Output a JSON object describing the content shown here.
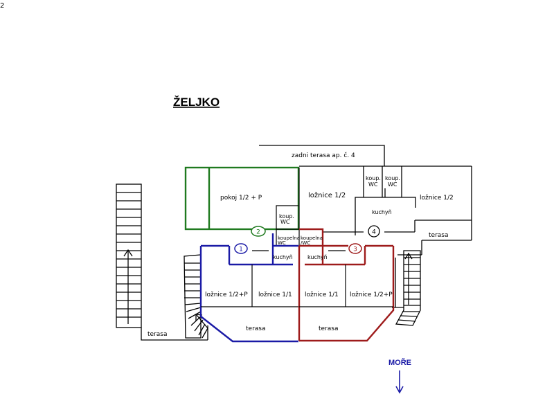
{
  "title": "ŽELJKO",
  "corner_mark": "2",
  "colors": {
    "ap1": "#1a1aa6",
    "ap2": "#1f7a1f",
    "ap3": "#9e1b1b",
    "ap4": "#000000",
    "sea_label": "#1a1aa6"
  },
  "labels": {
    "zadni_terasa": "zadni terasa ap. č. 4",
    "pokoj": "pokoj 1/2 + P",
    "loznice_12_top": "ložnice 1/2",
    "koup_wc_a": [
      "koup.",
      "WC"
    ],
    "koup_wc_b": [
      "koup.",
      "WC"
    ],
    "loznice_12_right": "ložnice 1/2",
    "kuchyn_top": "kuchyň",
    "koup_wc_c": [
      "koup.",
      "WC"
    ],
    "koupelna_wc_1": [
      "koupelna",
      "WC"
    ],
    "koupelna_wc_2": [
      "koupelna",
      "/WC"
    ],
    "terasa_right": "terasa",
    "kuchyn_1": "kuchyň",
    "kuchyn_3": "kuchyň",
    "loznice_left": "ložnice 1/2+P",
    "loznice_11_a": "ložnice 1/1",
    "loznice_11_b": "ložnice 1/1",
    "loznice_right": "ložnice 1/2+P",
    "terasa_left": "terasa",
    "terasa_mid_1": "terasa",
    "terasa_mid_3": "terasa",
    "more": "MOŘE"
  },
  "apartments": [
    "1",
    "2",
    "3",
    "4"
  ]
}
